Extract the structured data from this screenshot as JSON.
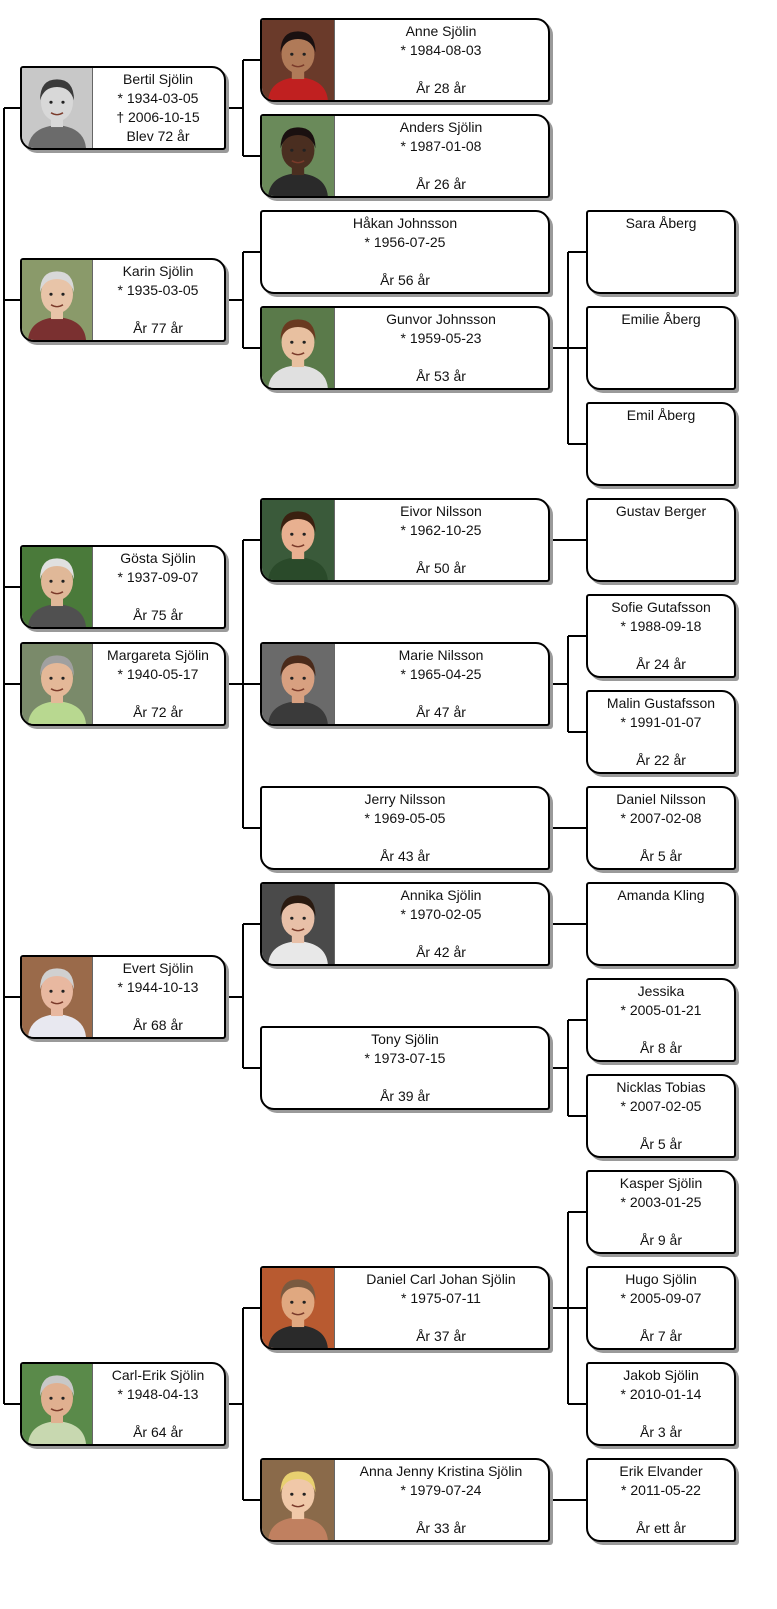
{
  "generation1": [
    {
      "id": "bertil",
      "name": "Bertil Sjölin",
      "born": "* 1934-03-05",
      "died": "† 2006-10-15",
      "age": "Blev 72 år",
      "photo": {
        "bg": "#c8c8c8",
        "skin": "#d8d8d8",
        "hair": "#3a3a3a",
        "shirt": "#6b6b6b"
      }
    },
    {
      "id": "karin",
      "name": "Karin Sjölin",
      "born": "* 1935-03-05",
      "age": "År 77 år",
      "photo": {
        "bg": "#8a9a6a",
        "skin": "#e8c4a8",
        "hair": "#d8d8d8",
        "shirt": "#7a3030"
      }
    },
    {
      "id": "gosta",
      "name": "Gösta Sjölin",
      "born": "* 1937-09-07",
      "age": "År 75 år",
      "photo": {
        "bg": "#4a7a3a",
        "skin": "#e0b898",
        "hair": "#e0e0e0",
        "shirt": "#505050"
      }
    },
    {
      "id": "margareta",
      "name": "Margareta Sjölin",
      "born": "* 1940-05-17",
      "age": "År 72 år",
      "photo": {
        "bg": "#7a8a6a",
        "skin": "#e4b898",
        "hair": "#a0a0a0",
        "shirt": "#b8d890"
      }
    },
    {
      "id": "evert",
      "name": "Evert Sjölin",
      "born": "* 1944-10-13",
      "age": "År 68 år",
      "photo": {
        "bg": "#9a6a4a",
        "skin": "#e8b8a0",
        "hair": "#d0d0d0",
        "shirt": "#e8e8f0"
      }
    },
    {
      "id": "carlerik",
      "name": "Carl-Erik Sjölin",
      "born": "* 1948-04-13",
      "age": "År 64 år",
      "photo": {
        "bg": "#5a8a4a",
        "skin": "#e0b090",
        "hair": "#c8c8c8",
        "shirt": "#c8d8b0"
      }
    }
  ],
  "generation2": [
    {
      "id": "anne",
      "parent": "bertil",
      "name": "Anne Sjölin",
      "born": "* 1984-08-03",
      "age": "År 28 år",
      "photo": {
        "bg": "#6a3a2a",
        "skin": "#b07a58",
        "hair": "#1a1010",
        "shirt": "#c02020"
      }
    },
    {
      "id": "anders",
      "parent": "bertil",
      "name": "Anders Sjölin",
      "born": "* 1987-01-08",
      "age": "År 26 år",
      "photo": {
        "bg": "#6a8a5a",
        "skin": "#4a2e20",
        "hair": "#1a1010",
        "shirt": "#2a2a2a"
      }
    },
    {
      "id": "hakan",
      "parent": "karin",
      "name": "Håkan Johnsson",
      "born": "* 1956-07-25",
      "age": "År 56 år"
    },
    {
      "id": "gunvor",
      "parent": "karin",
      "name": "Gunvor Johnsson",
      "born": "* 1959-05-23",
      "age": "År 53 år",
      "photo": {
        "bg": "#5a7a4a",
        "skin": "#e8c0a0",
        "hair": "#6a3a20",
        "shirt": "#e0e0e0"
      }
    },
    {
      "id": "eivor",
      "parent": "margareta",
      "name": "Eivor Nilsson",
      "born": "* 1962-10-25",
      "age": "År 50 år",
      "photo": {
        "bg": "#3a5a3a",
        "skin": "#e8b090",
        "hair": "#3a2010",
        "shirt": "#2a4a2a"
      }
    },
    {
      "id": "marie",
      "parent": "margareta",
      "name": "Marie Nilsson",
      "born": "* 1965-04-25",
      "age": "År 47 år",
      "photo": {
        "bg": "#6a6a6a",
        "skin": "#d8a080",
        "hair": "#4a2a1a",
        "shirt": "#3a3a3a"
      }
    },
    {
      "id": "jerry",
      "parent": "margareta",
      "name": "Jerry Nilsson",
      "born": "* 1969-05-05",
      "age": "År 43 år"
    },
    {
      "id": "annika",
      "parent": "evert",
      "name": "Annika Sjölin",
      "born": "* 1970-02-05",
      "age": "År 42 år",
      "photo": {
        "bg": "#4a4a4a",
        "skin": "#e8c0a8",
        "hair": "#2a1a10",
        "shirt": "#e8e8e8"
      }
    },
    {
      "id": "tony",
      "parent": "evert",
      "name": "Tony Sjölin",
      "born": "* 1973-07-15",
      "age": "År 39 år"
    },
    {
      "id": "daniel",
      "parent": "carlerik",
      "name": "Daniel Carl Johan Sjölin",
      "born": "* 1975-07-11",
      "age": "År 37 år",
      "photo": {
        "bg": "#b85a30",
        "skin": "#e0a880",
        "hair": "#7a5a40",
        "shirt": "#2a2a2a"
      }
    },
    {
      "id": "anna",
      "parent": "carlerik",
      "name": "Anna Jenny Kristina Sjölin",
      "born": "* 1979-07-24",
      "age": "År 33 år",
      "photo": {
        "bg": "#8a6a4a",
        "skin": "#f0c8a8",
        "hair": "#e8d070",
        "shirt": "#c08060"
      }
    }
  ],
  "generation3": [
    {
      "id": "sara",
      "parent": "gunvor",
      "name": "Sara Åberg"
    },
    {
      "id": "emilie",
      "parent": "gunvor",
      "name": "Emilie Åberg"
    },
    {
      "id": "emil",
      "parent": "gunvor",
      "name": "Emil Åberg"
    },
    {
      "id": "gustav",
      "parent": "eivor",
      "name": "Gustav Berger"
    },
    {
      "id": "sofie",
      "parent": "marie",
      "name": "Sofie Gutafsson",
      "born": "* 1988-09-18",
      "age": "År 24 år"
    },
    {
      "id": "malin",
      "parent": "marie",
      "name": "Malin Gustafsson",
      "born": "* 1991-01-07",
      "age": "År 22 år"
    },
    {
      "id": "danieln",
      "parent": "jerry",
      "name": "Daniel Nilsson",
      "born": "* 2007-02-08",
      "age": "År 5 år"
    },
    {
      "id": "amanda",
      "parent": "annika",
      "name": "Amanda Kling"
    },
    {
      "id": "jessika",
      "parent": "tony",
      "name": "Jessika",
      "born": "* 2005-01-21",
      "age": "År 8 år"
    },
    {
      "id": "nicklas",
      "parent": "tony",
      "name": "Nicklas Tobias",
      "born": "* 2007-02-05",
      "age": "År 5 år"
    },
    {
      "id": "kasper",
      "parent": "daniel",
      "name": "Kasper Sjölin",
      "born": "* 2003-01-25",
      "age": "År 9 år"
    },
    {
      "id": "hugo",
      "parent": "daniel",
      "name": "Hugo Sjölin",
      "born": "* 2005-09-07",
      "age": "År 7 år"
    },
    {
      "id": "jakob",
      "parent": "daniel",
      "name": "Jakob Sjölin",
      "born": "* 2010-01-14",
      "age": "År 3 år"
    },
    {
      "id": "erik",
      "parent": "anna",
      "name": "Erik Elvander",
      "born": "* 2011-05-22",
      "age": "År ett år"
    }
  ]
}
